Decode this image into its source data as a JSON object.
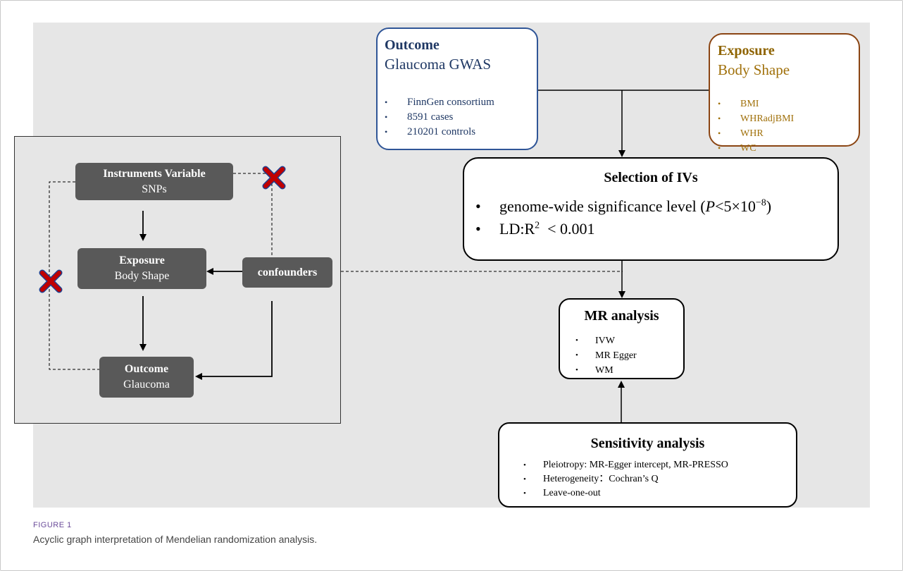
{
  "outcome_box": {
    "heading": "Outcome",
    "subtitle": "Glaucoma GWAS",
    "items": [
      "FinnGen consortium",
      "8591 cases",
      "210201 controls"
    ]
  },
  "exposure_box": {
    "heading": "Exposure",
    "subtitle": "Body Shape",
    "items": [
      "BMI",
      "WHRadjBMI",
      "WHR",
      "WC"
    ]
  },
  "selection_box": {
    "title": "Selection of IVs",
    "item1": "genome-wide significance level (",
    "item1_p": "P",
    "item1_cond": "<5×10",
    "item1_exp": "−8",
    "item1_close": ")",
    "item2": "LD:R",
    "item2_sup": "2",
    "item2_rest": "  < 0.001"
  },
  "mr_box": {
    "title": "MR analysis",
    "items": [
      "IVW",
      "MR Egger",
      "WM"
    ]
  },
  "sensitivity_box": {
    "title": "Sensitivity analysis",
    "items": [
      "Pleiotropy: MR-Egger intercept, MR-PRESSO",
      "Heterogeneity：Cochran’s Q",
      "Leave-one-out"
    ]
  },
  "dag": {
    "iv_title": "Instruments Variable",
    "iv_sub": "SNPs",
    "exposure_title": "Exposure",
    "exposure_sub": "Body Shape",
    "confounders": "confounders",
    "outcome_title": "Outcome",
    "outcome_sub": "Glaucoma"
  },
  "caption": {
    "label": "FIGURE 1",
    "text": "Acyclic graph interpretation of Mendelian randomization analysis."
  },
  "colors": {
    "outcome_border": "#2f5597",
    "exposure_border": "#8b4513",
    "node_fill": "#595959",
    "cross": "#c00000",
    "panel_bg": "#e6e6e6"
  }
}
